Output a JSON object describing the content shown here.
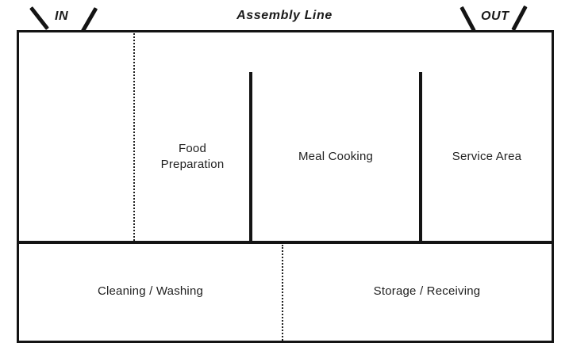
{
  "header": {
    "title": "Assembly Line",
    "in_label": "IN",
    "out_label": "OUT"
  },
  "rooms": {
    "food_preparation": "Food Preparation",
    "meal_cooking": "Meal Cooking",
    "service_area": "Service Area",
    "cleaning_washing": "Cleaning / Washing",
    "storage_receiving": "Storage / Receiving"
  },
  "colors": {
    "line": "#141414",
    "text": "#1f1f1f",
    "background": "#ffffff"
  }
}
